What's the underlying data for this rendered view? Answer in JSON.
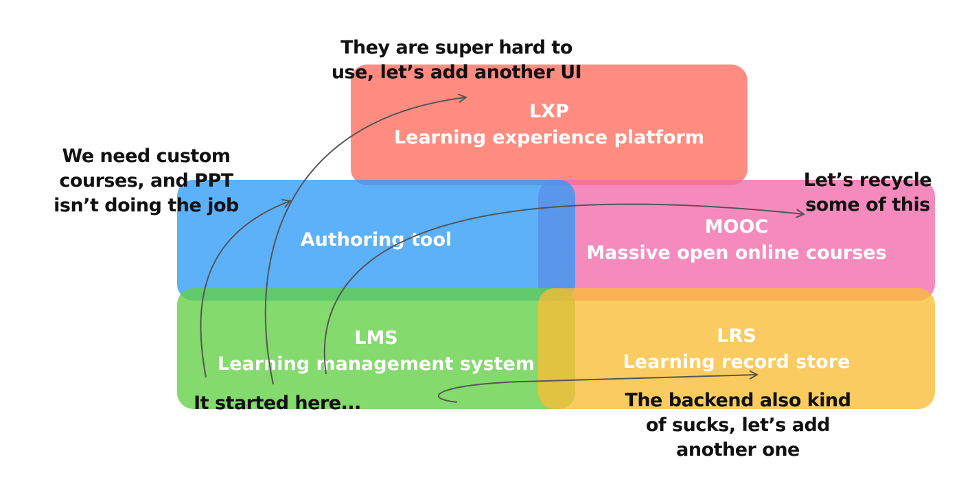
{
  "boxes": {
    "lxp": {
      "title": "LXP",
      "subtitle": "Learning experience platform",
      "color": "#ff6b5e"
    },
    "authoring": {
      "title": "Authoring tool",
      "color": "#2e9bf7"
    },
    "mooc": {
      "title": "MOOC",
      "subtitle": "Massive open online courses",
      "color": "#f26aab"
    },
    "lms": {
      "title": "LMS",
      "subtitle": "Learning management system",
      "color": "#62d044"
    },
    "lrs": {
      "title": "LRS",
      "subtitle": "Learning record store",
      "color": "#f9bd34"
    }
  },
  "notes": {
    "ui": {
      "line1": "They are super hard to",
      "line2": "use, let’s add another UI"
    },
    "custom": {
      "line1": "We need custom",
      "line2": "courses, and PPT",
      "line3": "isn’t doing the job"
    },
    "recycle": {
      "line1": "Let’s recycle",
      "line2": "some of this"
    },
    "started": {
      "line1": "It started here..."
    },
    "backend": {
      "line1": "The backend also kind",
      "line2": "of sucks, let’s add",
      "line3": "another one"
    }
  },
  "arrow_color": "#555555"
}
